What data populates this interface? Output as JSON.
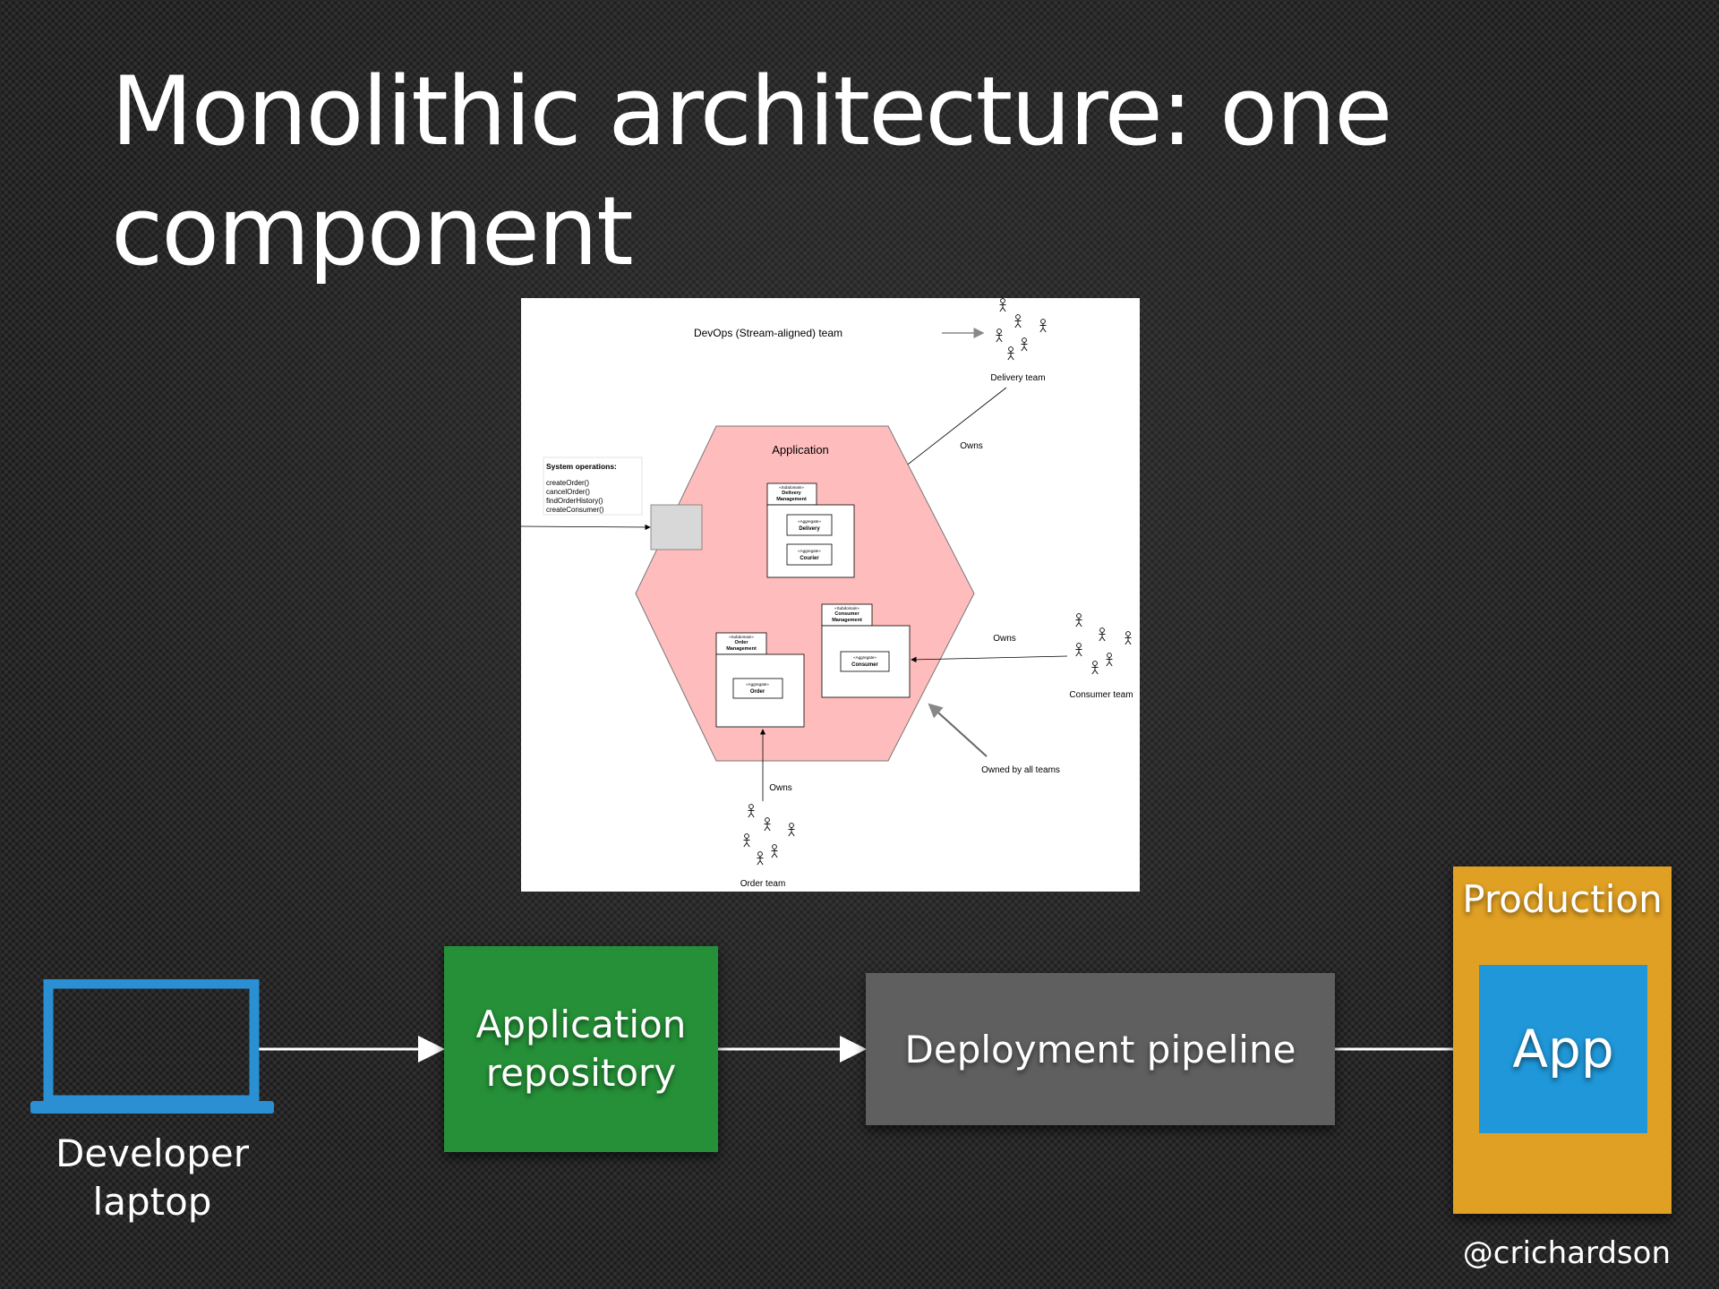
{
  "slide": {
    "title": "Monolithic architecture: one component",
    "handle": "@crichardson"
  },
  "diagram": {
    "devops_label": "DevOps (Stream-aligned) team",
    "delivery_team": "Delivery team",
    "owns_top": "Owns",
    "application": "Application",
    "system_ops_title": "System operations:",
    "system_ops": [
      "createOrder()",
      "cancelOrder()",
      "findOrderHistory()",
      "createConsumer()"
    ],
    "subdomain_stereo": "«Subdomain»",
    "aggregate_stereo": "«Aggregate»",
    "delivery_mgmt": [
      "Delivery",
      "Management"
    ],
    "delivery": "Delivery",
    "courier": "Courier",
    "consumer_mgmt": [
      "Consumer",
      "Management"
    ],
    "consumer": "Consumer",
    "order_mgmt": [
      "Order",
      "Management"
    ],
    "order": "Order",
    "owns_consumer": "Owns",
    "consumer_team": "Consumer team",
    "owned_by_all": "Owned by all teams",
    "owns_order": "Owns",
    "order_team": "Order team"
  },
  "flow": {
    "developer_laptop": "Developer laptop",
    "app_repo": "Application repository",
    "pipeline": "Deployment pipeline",
    "production": "Production",
    "app": "App"
  },
  "colors": {
    "repo": "#259037",
    "pipeline": "#5f5f5f",
    "production": "#e0a023",
    "app": "#1f97d8",
    "laptop": "#2b8fd4",
    "hexagon": "#ffbcbc"
  }
}
